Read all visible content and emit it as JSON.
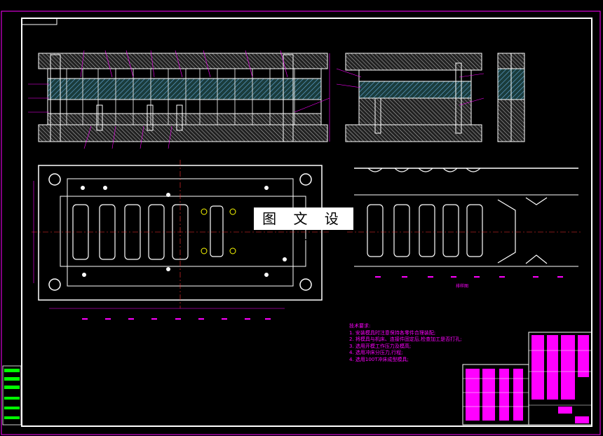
{
  "watermark": "图 文 设 计",
  "notes": {
    "title": "技术要求:",
    "items": [
      "1. 安装模具时注意保持各零件合理装配;",
      "2. 将模具与机床、连接件固定后,检查加工是否打孔;",
      "3. 选用开模工作压力及模高;",
      "4. 选用冲床分压力,行程;",
      "4. 选用100T冲床成型模具;"
    ]
  },
  "strip_label": "排样图",
  "colors": {
    "line": "#ffffff",
    "accent": "#ff00ff",
    "hatch": "#40e0e0",
    "dim": "#ff00ff"
  }
}
